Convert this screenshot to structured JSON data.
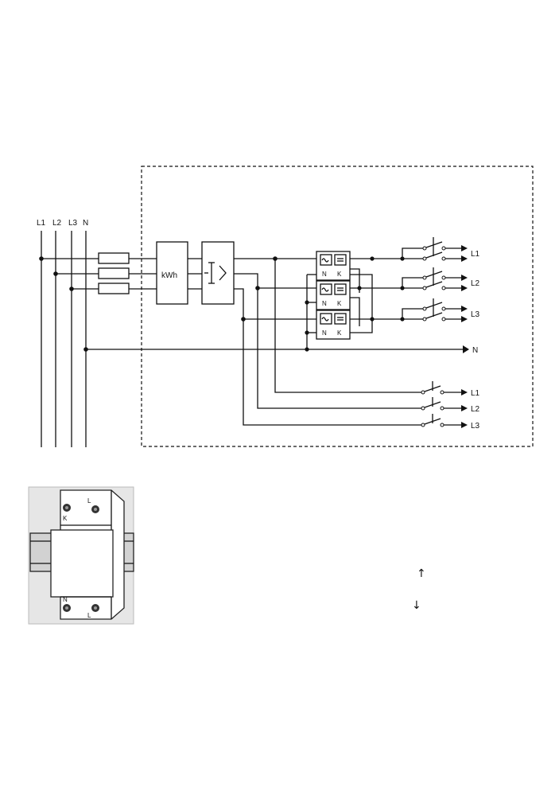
{
  "bus_labels": [
    "L1",
    "L2",
    "L3",
    "N"
  ],
  "meter_label": "kWh",
  "module_labels": {
    "n": "N",
    "k": "K"
  },
  "upper_output_labels": [
    "L1",
    "L2",
    "L3"
  ],
  "neutral_output_label": "N",
  "lower_output_labels": [
    "L1",
    "L2",
    "L3"
  ],
  "device_terminals": {
    "top_left": "K",
    "top_right": "L",
    "bottom_left": "N",
    "bottom_right": "L"
  },
  "arrows": {
    "up": "↑",
    "down": "↓"
  }
}
